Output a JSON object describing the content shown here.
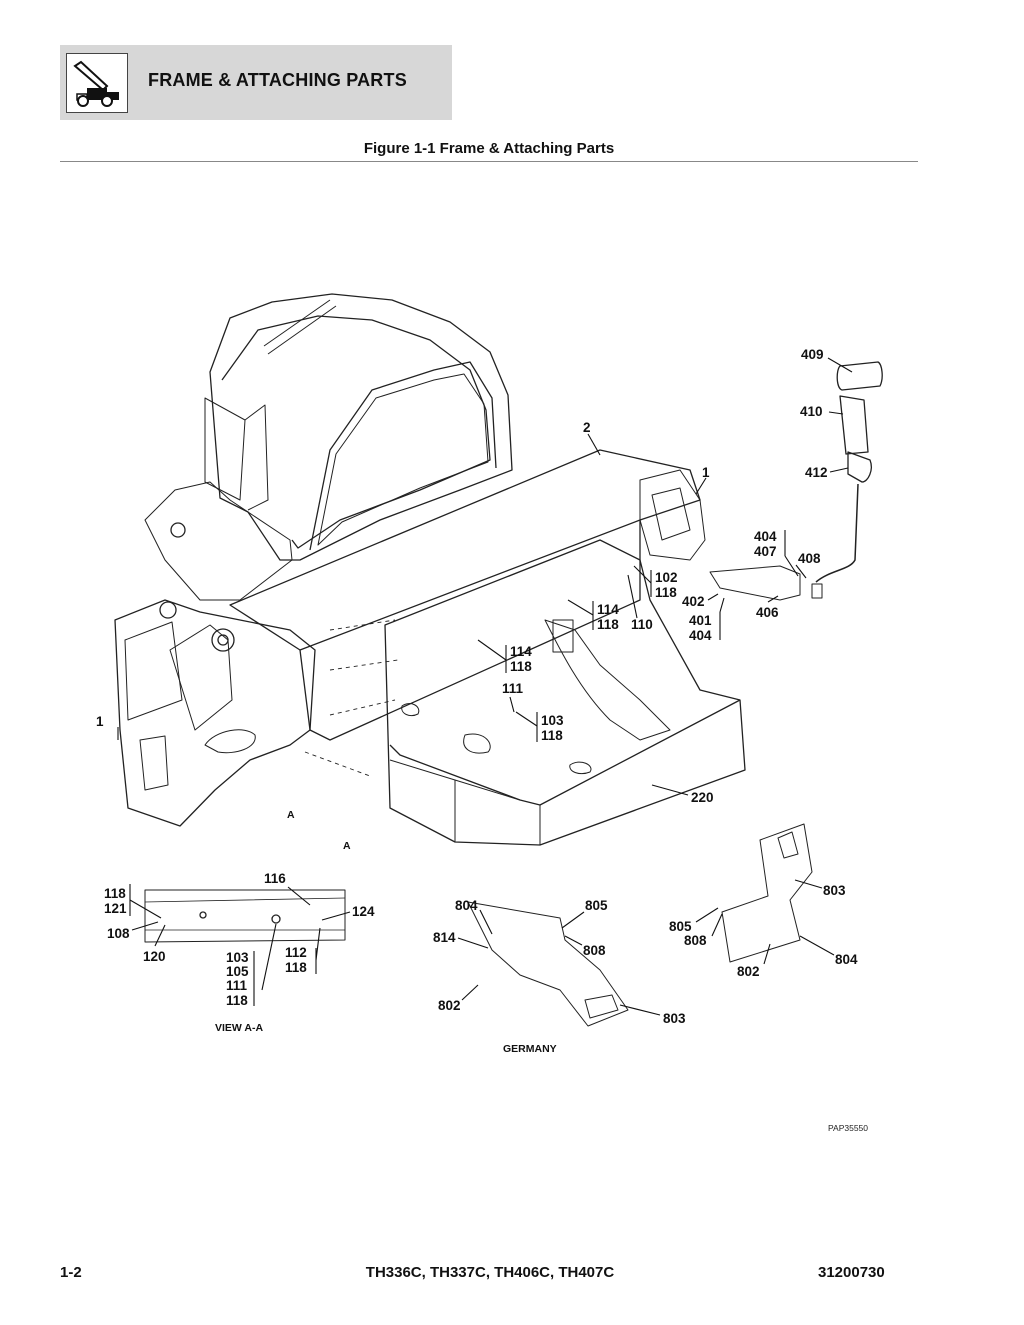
{
  "header": {
    "title": "FRAME & ATTACHING PARTS",
    "icon": "telehandler-icon"
  },
  "figure": {
    "caption": "Figure 1-1 Frame & Attaching Parts"
  },
  "callouts": {
    "c409": "409",
    "c410": "410",
    "c412": "412",
    "c2": "2",
    "c1_top": "1",
    "c404_407": [
      "404",
      "407"
    ],
    "c408": "408",
    "c102_118": [
      "102",
      "118"
    ],
    "c402": "402",
    "c401_404": [
      "401",
      "404"
    ],
    "c406": "406",
    "c114_118_a": [
      "114",
      "118"
    ],
    "c110": "110",
    "c114_118_b": [
      "114",
      "118"
    ],
    "c111": "111",
    "c103_118": [
      "103",
      "118"
    ],
    "c1_left": "1",
    "c220": "220",
    "viewA_1": "A",
    "viewA_2": "A",
    "c116": "116",
    "c118_121": [
      "118",
      "121"
    ],
    "c124": "124",
    "c108": "108",
    "c120": "120",
    "c103_105_111_118": [
      "103",
      "105",
      "111",
      "118"
    ],
    "c112_118": [
      "112",
      "118"
    ],
    "g804": "804",
    "g805": "805",
    "g814": "814",
    "g808": "808",
    "g802": "802",
    "g803": "803",
    "r803": "803",
    "r805_808": [
      "805",
      "808"
    ],
    "r802": "802",
    "r804": "804"
  },
  "view_labels": {
    "view_aa": "VIEW A-A",
    "germany": "GERMANY"
  },
  "image_code": "PAP35550",
  "footer": {
    "page": "1-2",
    "models": "TH336C, TH337C, TH406C, TH407C",
    "doc_number": "31200730"
  }
}
